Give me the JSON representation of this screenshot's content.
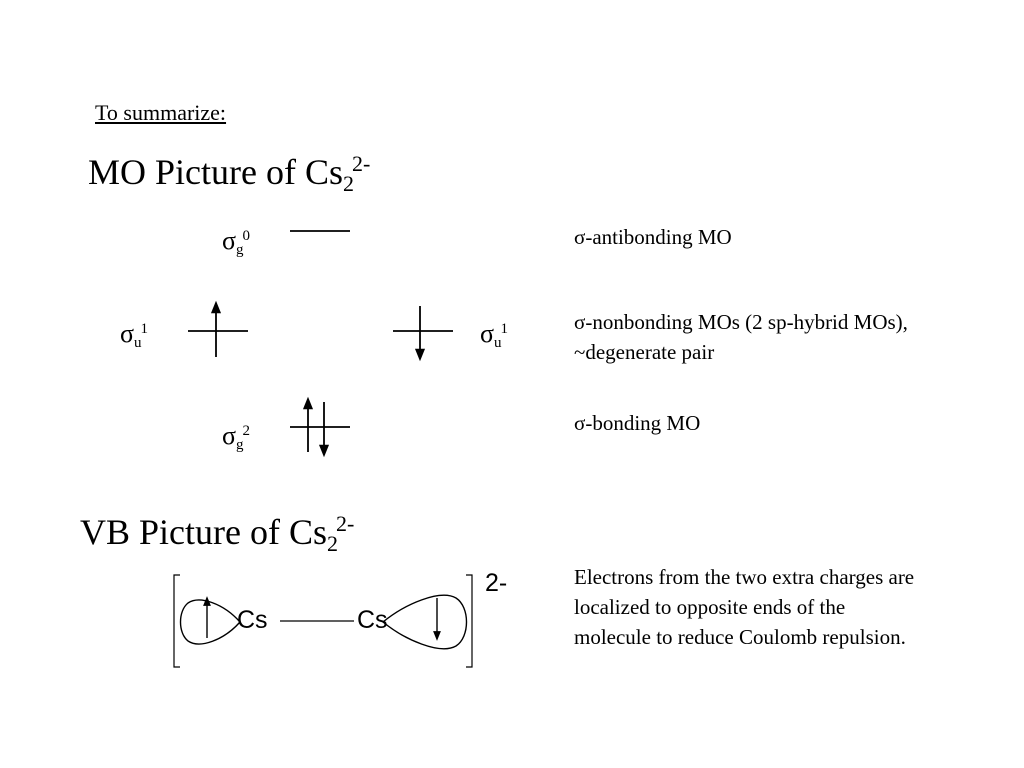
{
  "heading": "To summarize:",
  "mo": {
    "title": {
      "prefix": "MO Picture of Cs",
      "sub": "2",
      "sup": "2-"
    },
    "levels": [
      {
        "sigma": "σ",
        "sub": "g",
        "sup": "0",
        "electrons": "none"
      },
      {
        "sigma": "σ",
        "sub": "u",
        "sup": "1",
        "electrons": "up"
      },
      {
        "sigma": "σ",
        "sub": "u",
        "sup": "1",
        "electrons": "down"
      },
      {
        "sigma": "σ",
        "sub": "g",
        "sup": "2",
        "electrons": "paired"
      }
    ],
    "descriptions": {
      "antibonding": "σ-antibonding MO",
      "nonbonding": "σ-nonbonding MOs (2 sp-hybrid MOs), ~degenerate pair",
      "bonding": "σ-bonding MO"
    }
  },
  "vb": {
    "title": {
      "prefix": "VB Picture of Cs",
      "sub": "2",
      "sup": "2-"
    },
    "atom_left": "Cs",
    "atom_right": "Cs",
    "charge": "2-",
    "description": "Electrons from the two extra charges are localized to opposite ends of the molecule to reduce Coulomb repulsion."
  }
}
